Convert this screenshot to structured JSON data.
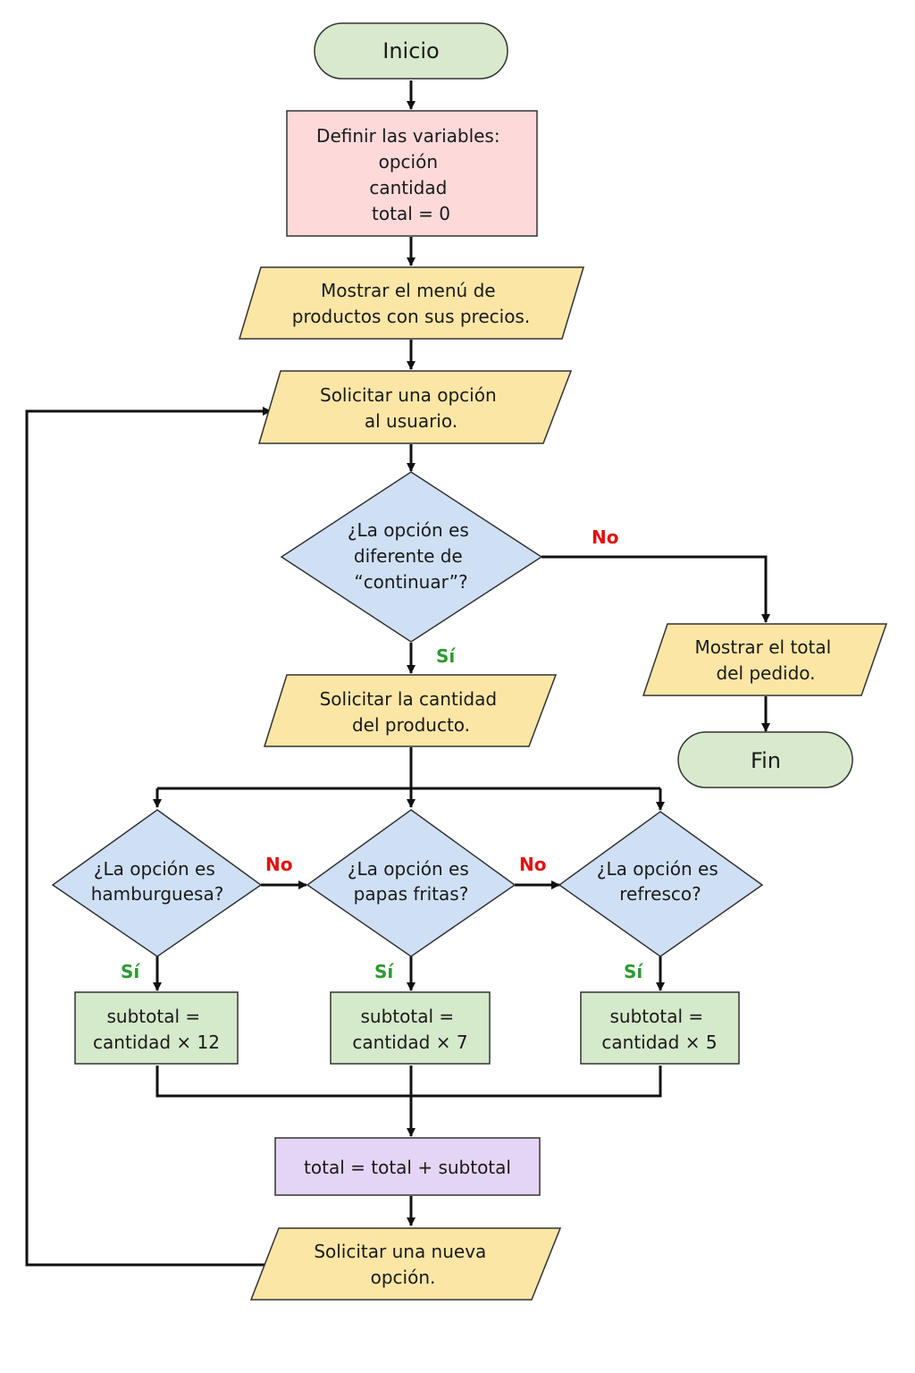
{
  "colors": {
    "terminal": "#d8e9cd",
    "definition": "#fdd9d9",
    "io": "#fbe6a6",
    "decision": "#cfe0f5",
    "process": "#d5e9cb",
    "accumulate": "#e5d5f5",
    "label_no": "#e0110f",
    "label_si": "#2e9a2e"
  },
  "nodes": {
    "inicio": {
      "lines": [
        "Inicio"
      ]
    },
    "definir": {
      "lines": [
        "Definir las variables:",
        "opción",
        "cantidad",
        "total = 0"
      ]
    },
    "mostrar_menu": {
      "lines": [
        "Mostrar el menú de",
        "productos con sus precios."
      ]
    },
    "solicitar_opcion": {
      "lines": [
        "Solicitar una opción",
        "al usuario."
      ]
    },
    "decision_continuar": {
      "lines": [
        "¿La opción es",
        "diferente de",
        "“continuar”?"
      ]
    },
    "mostrar_total": {
      "lines": [
        "Mostrar el total",
        "del pedido."
      ]
    },
    "fin": {
      "lines": [
        "Fin"
      ]
    },
    "solicitar_cantidad": {
      "lines": [
        "Solicitar la cantidad",
        "del producto."
      ]
    },
    "decision_hamburguesa": {
      "lines": [
        "¿La opción es",
        "hamburguesa?"
      ]
    },
    "decision_papas": {
      "lines": [
        "¿La opción es",
        "papas fritas?"
      ]
    },
    "decision_refresco": {
      "lines": [
        "¿La opción es",
        "refresco?"
      ]
    },
    "subtotal_12": {
      "lines": [
        "subtotal =",
        "cantidad × 12"
      ]
    },
    "subtotal_7": {
      "lines": [
        "subtotal =",
        "cantidad × 7"
      ]
    },
    "subtotal_5": {
      "lines": [
        "subtotal =",
        "cantidad × 5"
      ]
    },
    "total_suma": {
      "lines": [
        "total = total + subtotal"
      ]
    },
    "nueva_opcion": {
      "lines": [
        "Solicitar una nueva",
        "opción."
      ]
    }
  },
  "edge_labels": {
    "continuar_no": "No",
    "continuar_si": "Sí",
    "hamburguesa_no": "No",
    "papas_no": "No",
    "hamburguesa_si": "Sí",
    "papas_si": "Sí",
    "refresco_si": "Sí"
  }
}
